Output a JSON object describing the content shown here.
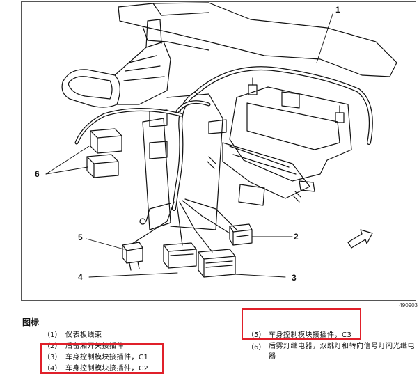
{
  "figure": {
    "id_code": "490903",
    "callouts": [
      {
        "num": "1"
      },
      {
        "num": "2"
      },
      {
        "num": "3"
      },
      {
        "num": "4"
      },
      {
        "num": "5"
      },
      {
        "num": "6"
      }
    ]
  },
  "legend": {
    "title": "图标",
    "items": [
      {
        "num": "（1）",
        "text": "仪表板线束"
      },
      {
        "num": "（2）",
        "text": "后备厢开关接插件"
      },
      {
        "num": "（3）",
        "text": "车身控制模块接插件，C1"
      },
      {
        "num": "（4）",
        "text": "车身控制模块接插件，C2"
      },
      {
        "num": "（5）",
        "text": "车身控制模块接插件，C3"
      },
      {
        "num": "（6）",
        "text": "后雾灯继电器，双跳灯和转向信号灯闪光继电器"
      }
    ]
  },
  "colors": {
    "highlight": "#e0202a",
    "line": "#111111"
  }
}
